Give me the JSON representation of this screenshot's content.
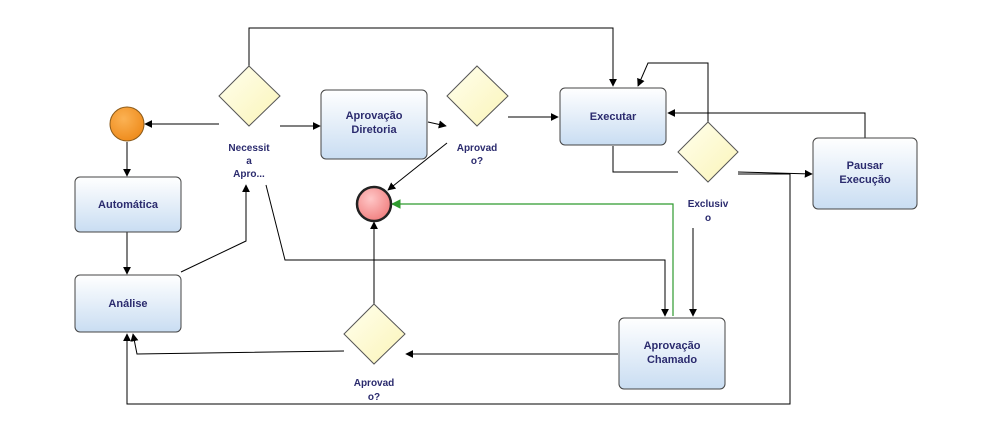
{
  "tasks": {
    "automatica": "Automática",
    "analise": "Análise",
    "aprovacao_diretoria": [
      "Aprovação",
      "Diretoria"
    ],
    "executar": "Executar",
    "pausar_execucao": [
      "Pausar",
      "Execução"
    ],
    "aprovacao_chamado": [
      "Aprovação",
      "Chamado"
    ]
  },
  "gateways": {
    "necessita": [
      "Necessit",
      "a",
      "Apro..."
    ],
    "aprovado_top": [
      "Aprovad",
      "o?"
    ],
    "exclusivo": [
      "Exclusiv",
      "o"
    ],
    "aprovado_bottom": [
      "Aprovad",
      "o?"
    ]
  },
  "colors": {
    "start_event": "#f7941d",
    "end_event": "#f28b8b",
    "task_fill_top": "#ffffff",
    "task_fill_bottom": "#cfe0f3",
    "gateway_fill": "#ffffcc",
    "flow_line": "#000000",
    "highlight_flow": "#2e9a2e"
  }
}
